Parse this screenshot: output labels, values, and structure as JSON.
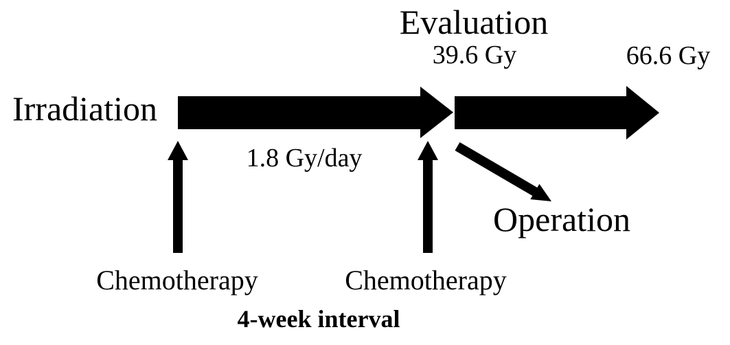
{
  "colors": {
    "ink": "#000000",
    "background": "#ffffff"
  },
  "figure": {
    "irradiation": {
      "label": "Irradiation",
      "dose_rate": "1.8 Gy/day"
    },
    "evaluation": {
      "label": "Evaluation",
      "dose_at_evaluation": "39.6 Gy",
      "total_dose": "66.6 Gy"
    },
    "chemotherapy": {
      "cycle1_label": "Chemotherapy",
      "cycle2_label": "Chemotherapy",
      "interval_label": "4-week interval"
    },
    "operation": {
      "label": "Operation"
    }
  }
}
